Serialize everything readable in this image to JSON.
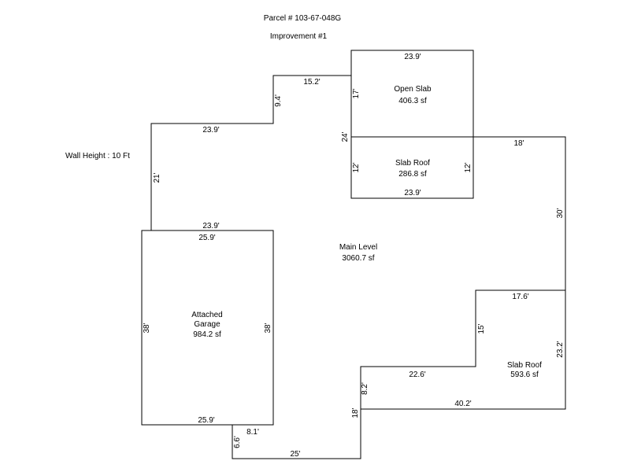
{
  "header": {
    "parcel": "Parcel # 103-67-048G",
    "improvement": "Improvement #1"
  },
  "wall_height": "Wall Height : 10 Ft",
  "areas": {
    "open_slab": {
      "name": "Open Slab",
      "area": "406.3 sf"
    },
    "slab_roof_upper": {
      "name": "Slab Roof",
      "area": "286.8 sf"
    },
    "main_level": {
      "name": "Main Level",
      "area": "3060.7 sf"
    },
    "garage": {
      "name_line1": "Attached",
      "name_line2": "Garage",
      "area": "984.2 sf"
    },
    "slab_roof_lower": {
      "name": "Slab Roof",
      "area": "593.6 sf"
    }
  },
  "dims": {
    "top_15_2": "15.2'",
    "side_9_4": "9.4'",
    "top_23_9": "23.9'",
    "side_21": "21'",
    "mid_23_9": "23.9'",
    "garage_top": "25.9'",
    "garage_left": "38'",
    "garage_right": "38'",
    "garage_bottom": "25.9'",
    "step_8_1": "8.1'",
    "step_6_6": "6.6'",
    "bottom_25": "25'",
    "side_18_bottom": "18'",
    "side_8_2": "8.2'",
    "lower_22_6": "22.6'",
    "side_15": "15'",
    "lower_17_6": "17.6'",
    "bottom_40_2": "40.2'",
    "side_23_2": "23.2'",
    "right_30": "30'",
    "top_right_18": "18'",
    "side_24": "24'",
    "open_slab_top": "23.9'",
    "open_slab_left": "17'",
    "slab_roof_left": "12'",
    "slab_roof_right": "12'",
    "slab_roof_bottom": "23.9'"
  }
}
